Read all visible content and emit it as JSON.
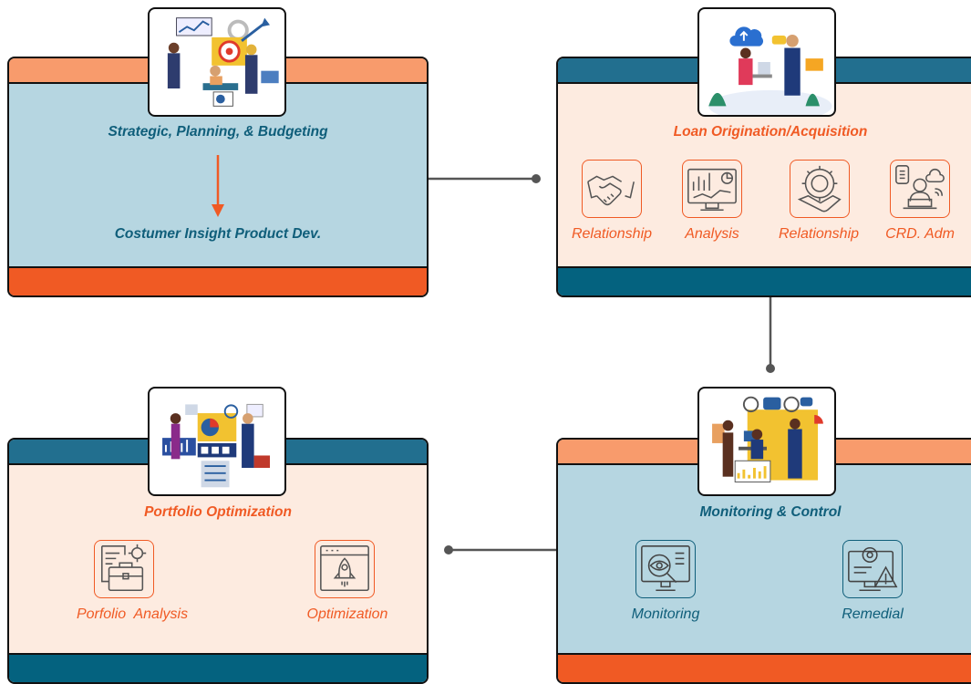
{
  "stages": {
    "strategic": {
      "title": "Strategic, Planning, & Budgeting",
      "subtitle": "Costumer Insight Product Dev."
    },
    "loan": {
      "title": "Loan Origination/Acquisition",
      "items": [
        {
          "label": "Relationship",
          "icon": "handshake-icon"
        },
        {
          "label": "Analysis",
          "icon": "analytics-monitor-icon"
        },
        {
          "label": "Relationship",
          "icon": "gear-handshake-icon"
        },
        {
          "label": "CRD. Adm",
          "icon": "admin-laptop-icon"
        }
      ]
    },
    "monitoring": {
      "title": "Monitoring & Control",
      "items": [
        {
          "label": "Monitoring",
          "icon": "eye-monitor-icon"
        },
        {
          "label": "Remedial",
          "icon": "warning-gear-monitor-icon"
        }
      ]
    },
    "portfolio": {
      "title": "Portfolio Optimization",
      "items": [
        {
          "label": "Porfolio  Analysis",
          "icon": "briefcase-document-icon"
        },
        {
          "label": "Optimization",
          "icon": "rocket-window-icon"
        }
      ]
    }
  },
  "colors": {
    "teal": "#226f8f",
    "navy": "#04627f",
    "peach": "#f89b6c",
    "orange": "#f05a24",
    "light_blue": "#b6d6e1",
    "cream": "#fdebe0"
  }
}
